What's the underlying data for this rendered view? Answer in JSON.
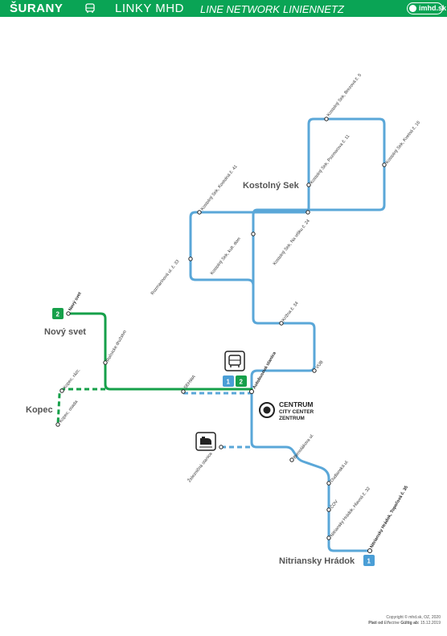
{
  "header": {
    "city": "ŠURANY",
    "title": "LINKY MHD",
    "subtitle_en": "LINE NETWORK",
    "subtitle_de": "LINIENNETZ",
    "logo": "imhd.sk"
  },
  "colors": {
    "header_bg": "#0aa455",
    "line1": "#5aa7d8",
    "line2": "#16a04a",
    "badge1": "#4a9ed6",
    "badge2": "#16a04a"
  },
  "areas": {
    "kostolny_sek": "Kostolný Sek",
    "novy_svet": "Nový svet",
    "kopec": "Kopec",
    "nitriansky_hradok": "Nitriansky Hrádok"
  },
  "centrum": {
    "l1": "CENTRUM",
    "l2": "CITY CENTER",
    "l3": "ZENTRUM"
  },
  "badges": {
    "line1": "1",
    "line2": "2"
  },
  "stops": {
    "berezova": "Kostolný Sek, Brezová č. 5",
    "kvetna": "Kostolný Sek, Kvetná č. 16",
    "pozmarova": "Kostolný Sek, Pozmarova č. 11",
    "kostolna": "Kostolný Sek, Kostolná č. 41",
    "na_vrsku": "Kostolný Sek, Na vŕšku č. 24",
    "kult_dom": "Kostolný Sek, kult. dom",
    "rozmarinova": "Rozmarínová ul. č. 33",
    "krizna": "Krížna č. 34",
    "vub": "VÚB",
    "novy_svet": "Nový svet",
    "rolnicke": "Roľnícke družstvo",
    "sehwa": "SEHWA",
    "autobusova": "Autobusová stanica",
    "kopec_razc": "Kopec, rázc.",
    "kopec_osada": "Kopec, osada",
    "zeleznicna": "Železničná stanica",
    "bernolakova": "Bernolákova ul.",
    "dudlanska": "Dudlanská ul.",
    "cov": "ČOV",
    "hlavna": "Nitriansky Hrádok, Hlavná č. 32",
    "topolova": "Nitriansky Hrádok, Topoľová č. 35"
  },
  "footer": {
    "copyright": "Copyright © mhd.sk, OZ, 2020",
    "valid_label1": "Platí od",
    "valid_label2": "Effective",
    "valid_label3": "Gültig ab:",
    "valid_date": "15.12.2019"
  }
}
